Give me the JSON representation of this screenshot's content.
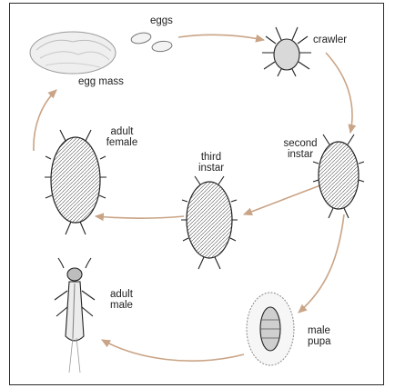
{
  "diagram": {
    "stages": {
      "eggs": "eggs",
      "crawler": "crawler",
      "egg_mass": "egg mass",
      "adult_female": [
        "adult",
        "female"
      ],
      "second_instar": [
        "second",
        "instar"
      ],
      "third_instar": [
        "third",
        "instar"
      ],
      "adult_male": [
        "adult",
        "male"
      ],
      "male_pupa": [
        "male",
        "pupa"
      ]
    }
  }
}
